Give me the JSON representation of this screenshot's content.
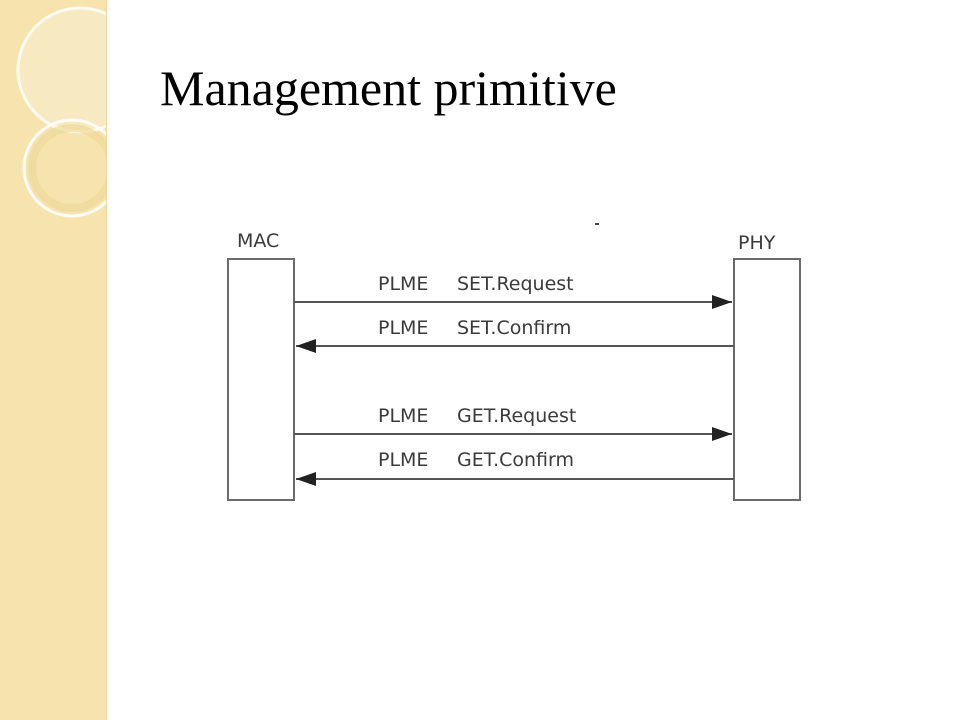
{
  "slide": {
    "title": "Management primitive",
    "accent_color": "#f6e3ad"
  },
  "diagram": {
    "left_entity": "MAC",
    "right_entity": "PHY",
    "messages": [
      {
        "protocol": "PLME",
        "primitive": "SET.Request",
        "direction": "right"
      },
      {
        "protocol": "PLME",
        "primitive": "SET.Confirm",
        "direction": "left"
      },
      {
        "protocol": "PLME",
        "primitive": "GET.Request",
        "direction": "right"
      },
      {
        "protocol": "PLME",
        "primitive": "GET.Confirm",
        "direction": "left"
      }
    ]
  }
}
